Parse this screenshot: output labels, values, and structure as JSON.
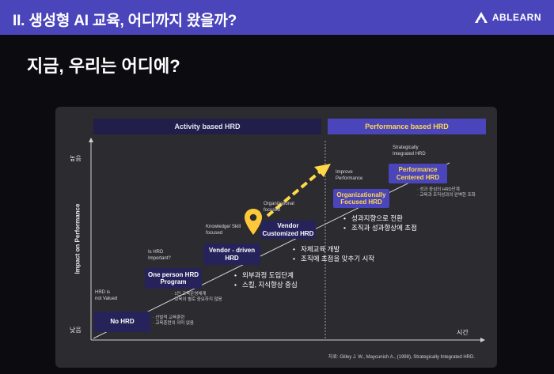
{
  "header": {
    "title": "II. 생성형 AI 교육, 어디까지 왔을까?",
    "logo_text": "ABLEARN",
    "logo_icon": "ablearn-logo-icon"
  },
  "page_title": "지금, 우리는 어디에?",
  "chart": {
    "phases": {
      "activity": "Activity based HRD",
      "performance": "Performance based HRD"
    },
    "y_axis": {
      "title": "Impact on Performance",
      "high": "높음",
      "low": "낮음"
    },
    "x_axis": {
      "label": "시간"
    },
    "stages": {
      "no_hrd": {
        "caption": [
          "HRD is",
          "not Valued"
        ],
        "label": [
          "No HRD"
        ],
        "notes": [
          "산발적 교육훈련",
          "교육훈련의 의미 없음"
        ]
      },
      "one_person": {
        "caption": [
          "Is HRD",
          "Important?"
        ],
        "label": [
          "One person HRD",
          "Program"
        ],
        "notes": [
          "1인 교육운영체계",
          "교육이 별로 중요하지 않음"
        ]
      },
      "vendor_driven": {
        "caption": [
          "Knowledge/ Skill",
          "focused"
        ],
        "label": [
          "Vendor - driven",
          "HRD"
        ],
        "bullets": [
          "외부과정 도입단계",
          "스킬, 지식향상 중심"
        ]
      },
      "vendor_customized": {
        "caption": [
          "Organizational",
          "focused"
        ],
        "label": [
          "Vendor",
          "Customized HRD"
        ],
        "bullets": [
          "자체교육 개발",
          "조직에 초점을 맞추기 시작"
        ]
      },
      "org_focused": {
        "caption": [
          "Improve",
          "Performance"
        ],
        "label": [
          "Organizationally",
          "Focused HRD"
        ],
        "bullets": [
          "성과지향으로 전환",
          "조직과 성과향상에 초점"
        ]
      },
      "performance_centered": {
        "caption": [
          "Strategically",
          "Integrated HRD"
        ],
        "label": [
          "Performance",
          "Centered HRD"
        ],
        "notes": [
          "성과 중심의 HRD단계",
          "교육과 조직성과의 완벽한 조화"
        ]
      }
    },
    "marker_icon": "location-pin-icon",
    "colors": {
      "accent": "#4b45bb",
      "highlight": "#ffd84a",
      "box_dark": "#26235a",
      "panel": "#2b2b30"
    }
  },
  "source": "자료: Gilley J. W., Maycunich A., (1998), Strategically Integrated HRD."
}
